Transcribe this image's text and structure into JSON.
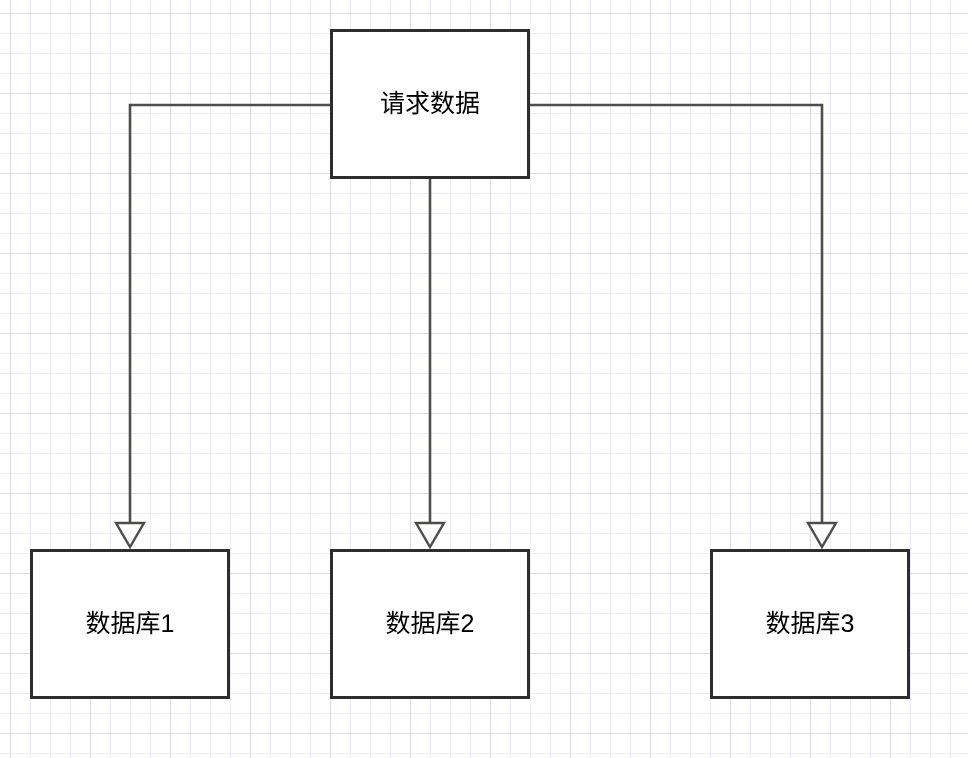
{
  "diagram": {
    "type": "flowchart",
    "nodes": [
      {
        "id": "request",
        "label": "请求数据"
      },
      {
        "id": "db1",
        "label": "数据库1"
      },
      {
        "id": "db2",
        "label": "数据库2"
      },
      {
        "id": "db3",
        "label": "数据库3"
      }
    ],
    "edges": [
      {
        "from": "request",
        "to": "db1",
        "style": "orthogonal, open-triangle arrowhead"
      },
      {
        "from": "request",
        "to": "db2",
        "style": "straight, open-triangle arrowhead"
      },
      {
        "from": "request",
        "to": "db3",
        "style": "orthogonal, open-triangle arrowhead"
      }
    ],
    "colors": {
      "canvas": "#ffffff",
      "grid_minor": "#edebfa",
      "grid_major": "#dcd9f1",
      "node_fill": "#ffffff",
      "node_border": "#2d2d2d",
      "edge": "#4d4d4d",
      "text": "#000000"
    }
  }
}
